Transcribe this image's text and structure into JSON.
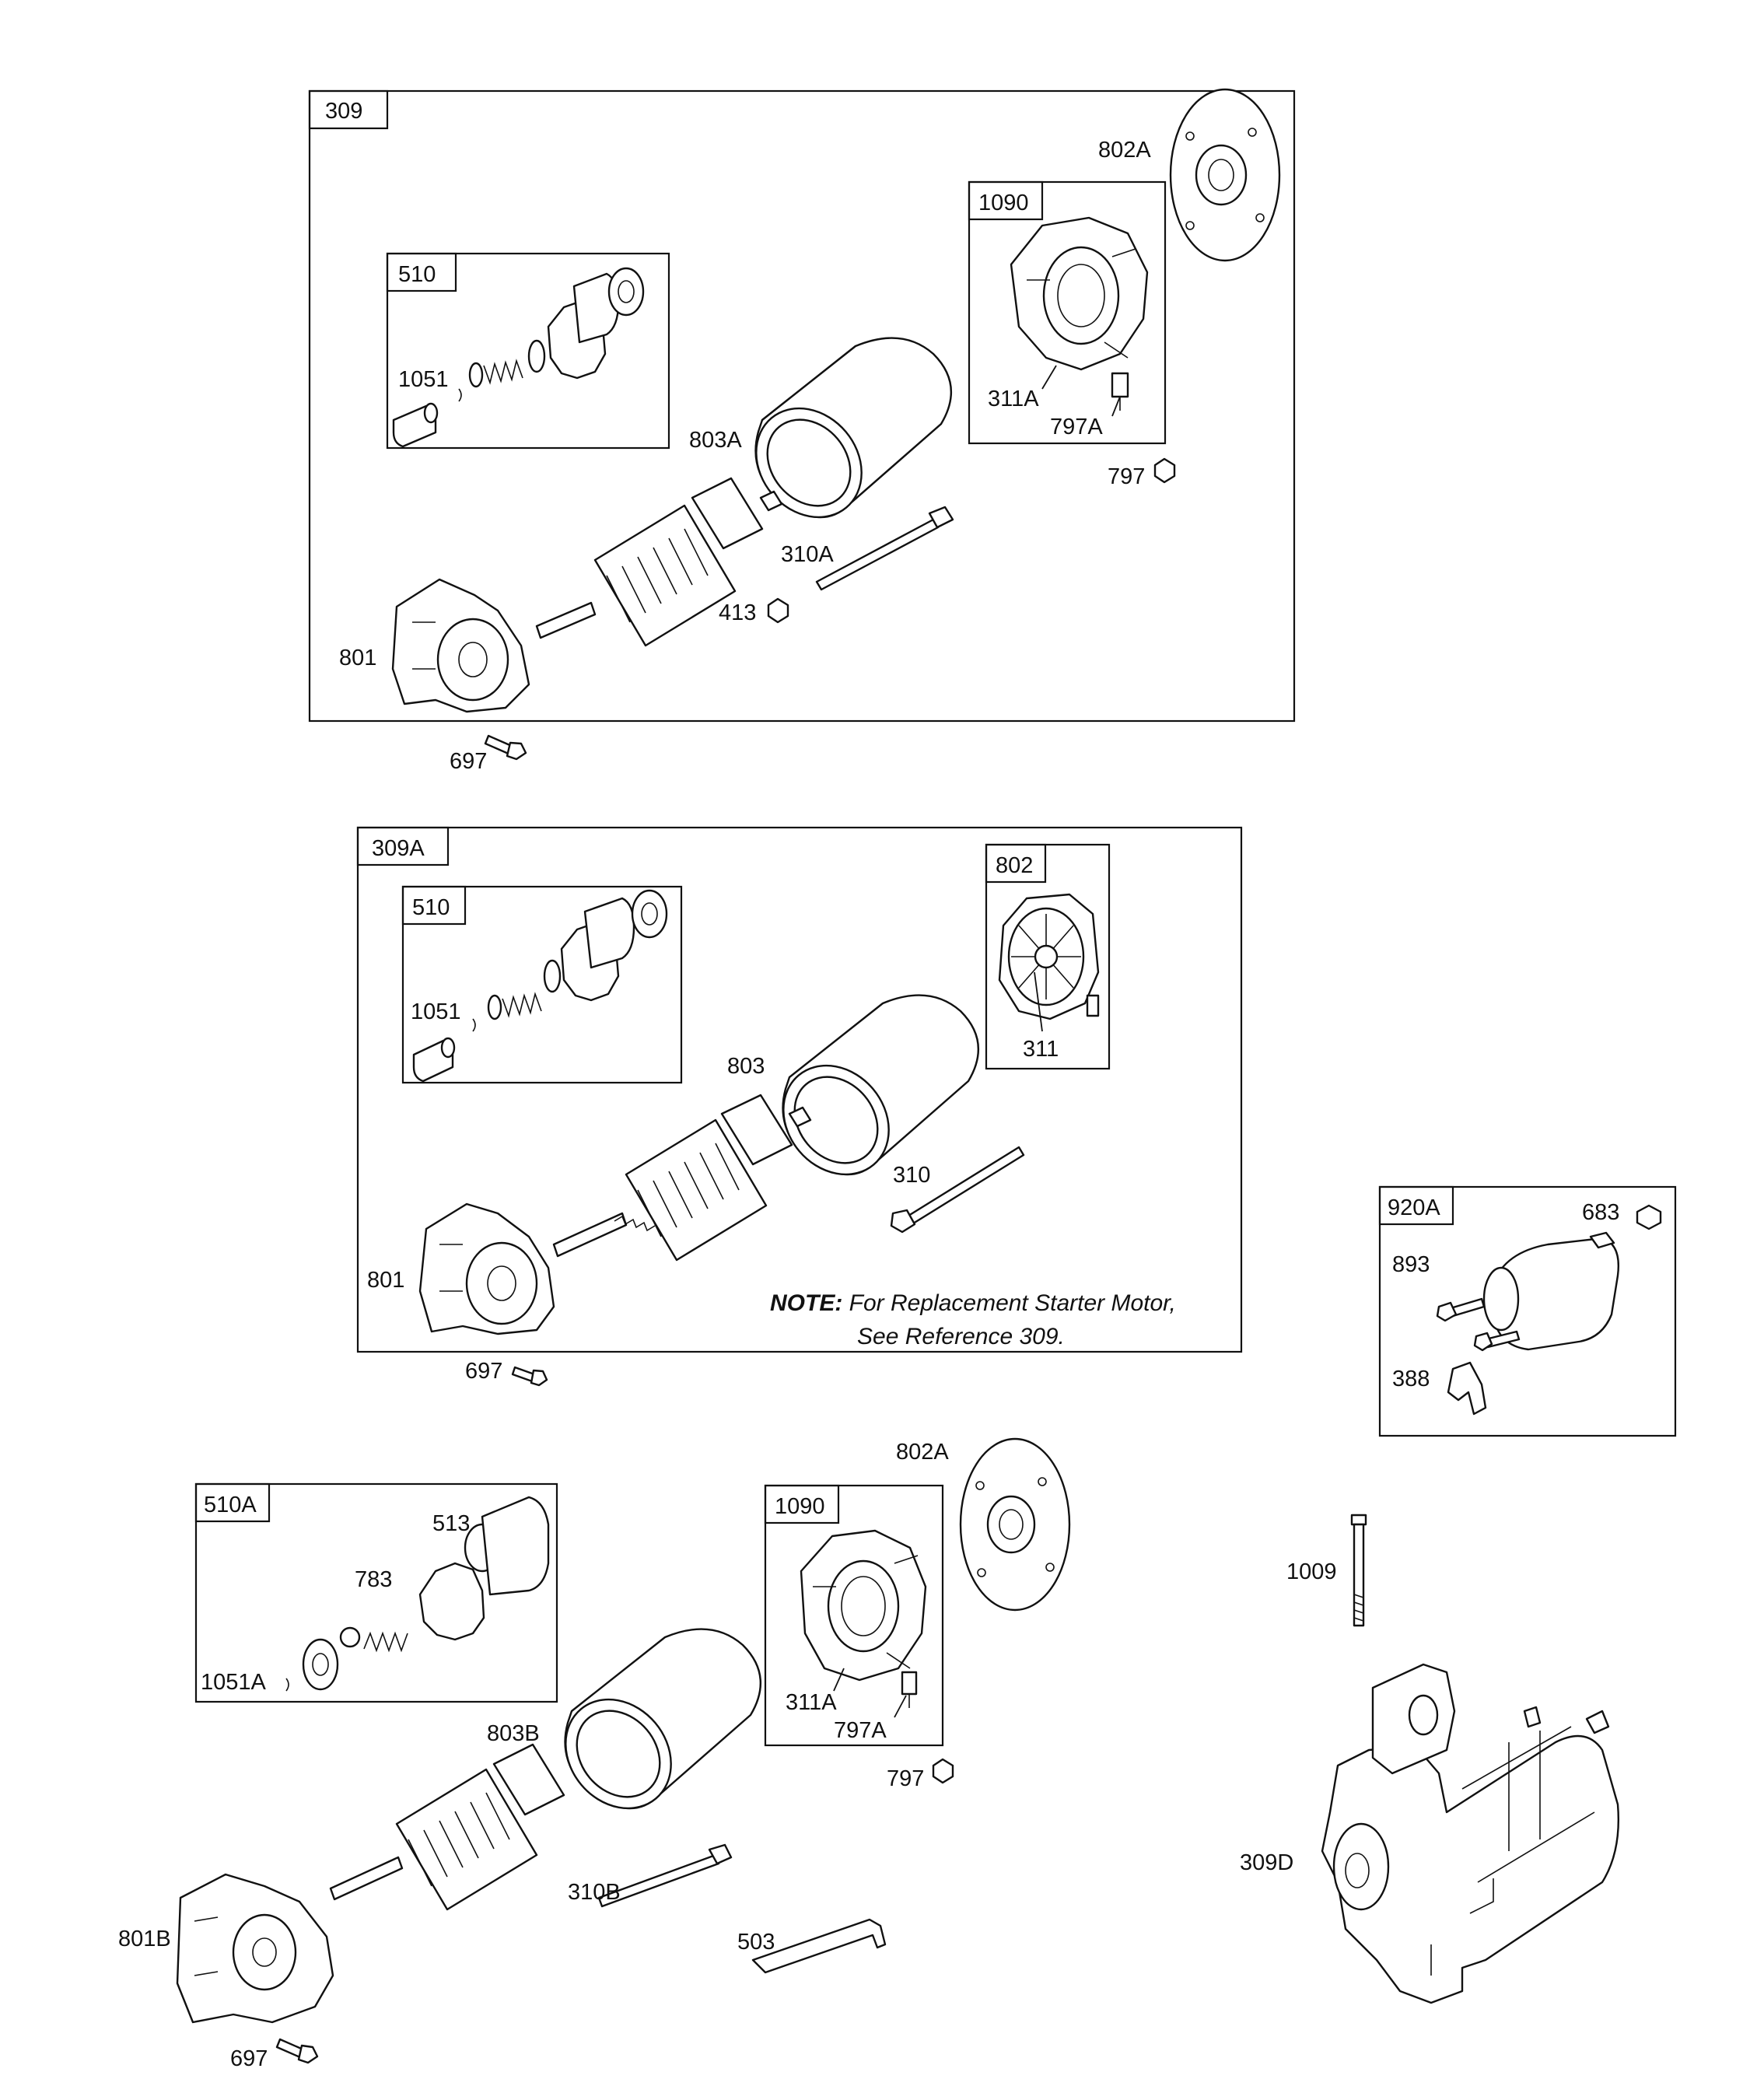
{
  "groups": {
    "g309": "309",
    "g510_top": "510",
    "g1090_top": "1090",
    "g309A": "309A",
    "g510_mid": "510",
    "g802": "802",
    "g920A": "920A",
    "g510A": "510A",
    "g1090_bot": "1090"
  },
  "parts": {
    "p802A_top": "802A",
    "p1051_top": "1051",
    "p803A": "803A",
    "p311A_top": "311A",
    "p797A_top": "797A",
    "p797_top": "797",
    "p310A": "310A",
    "p413": "413",
    "p801_top": "801",
    "p697_top": "697",
    "p1051_mid": "1051",
    "p803": "803",
    "p311": "311",
    "p310": "310",
    "p801_mid": "801",
    "p697_mid": "697",
    "p683": "683",
    "p893": "893",
    "p388": "388",
    "p802A_bot": "802A",
    "p513": "513",
    "p783": "783",
    "p1051A": "1051A",
    "p311A_bot": "311A",
    "p797A_bot": "797A",
    "p797_bot": "797",
    "p803B": "803B",
    "p1009": "1009",
    "p310B": "310B",
    "p503": "503",
    "p309D": "309D",
    "p801B": "801B",
    "p697_bot": "697"
  },
  "note": {
    "prefix": "NOTE:",
    "line1": "For Replacement Starter Motor,",
    "line2": "See Reference 309."
  }
}
